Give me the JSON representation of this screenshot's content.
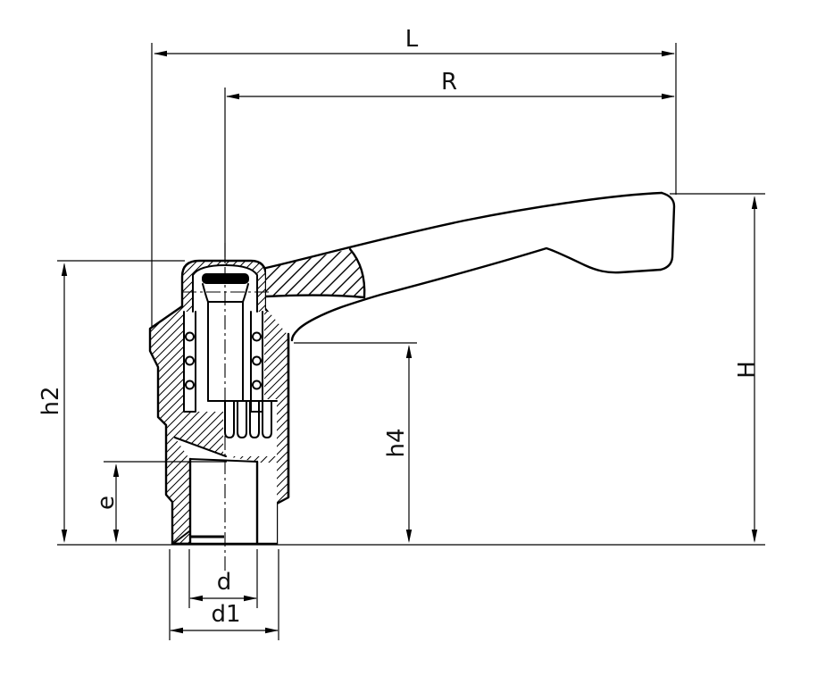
{
  "drawing": {
    "background": "#ffffff",
    "line_color": "#000000",
    "dimension_labels": {
      "L": "L",
      "R": "R",
      "H": "H",
      "h2": "h2",
      "h4": "h4",
      "e": "e",
      "d": "d",
      "d1": "d1"
    }
  }
}
